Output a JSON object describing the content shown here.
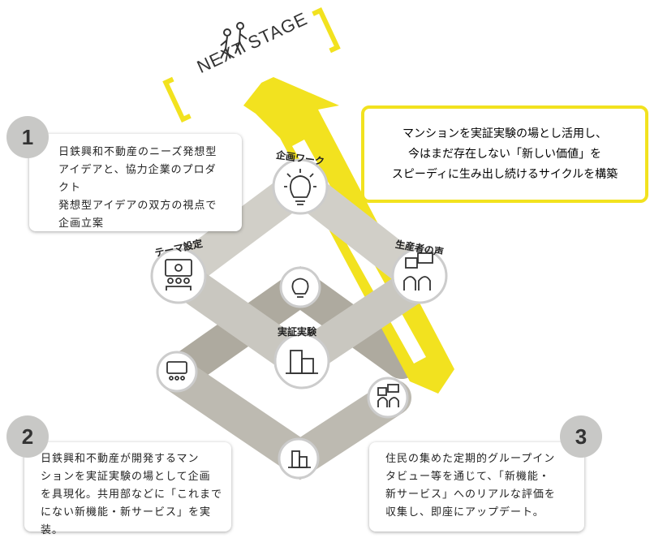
{
  "header": {
    "sign": "NEXT STAGE"
  },
  "summary": {
    "lines": [
      "マンションを実証実験の場とし活用し、",
      "今はまだ存在しない「新しい価値」を",
      "スピーディに生み出し続けるサイクルを構築"
    ]
  },
  "steps": [
    {
      "number": "1",
      "lines": [
        "日鉄興和不動産のニーズ発想型",
        "アイデアと、協力企業のプロダクト",
        "発想型アイデアの双方の視点で",
        "企画立案"
      ]
    },
    {
      "number": "2",
      "lines": [
        "日鉄興和不動産が開発するマン",
        "ションを実証実験の場として企画",
        "を具現化。共用部などに「これまで",
        "にない新機能・新サービス」を実装。"
      ]
    },
    {
      "number": "3",
      "lines": [
        "住民の集めた定期的グループイン",
        "タビュー等を通じて、「新機能・",
        "新サービス」へのリアルな評価を",
        "収集し、即座にアップデート。"
      ]
    }
  ],
  "cycle": {
    "theme": "テーマ設定",
    "planning": "企画ワーク",
    "producer": "生産者の声",
    "experiment": "実証実験"
  },
  "colors": {
    "accent": "#f2e21f",
    "path": "#c9c7c0",
    "path_dark": "#aeaa9f"
  }
}
